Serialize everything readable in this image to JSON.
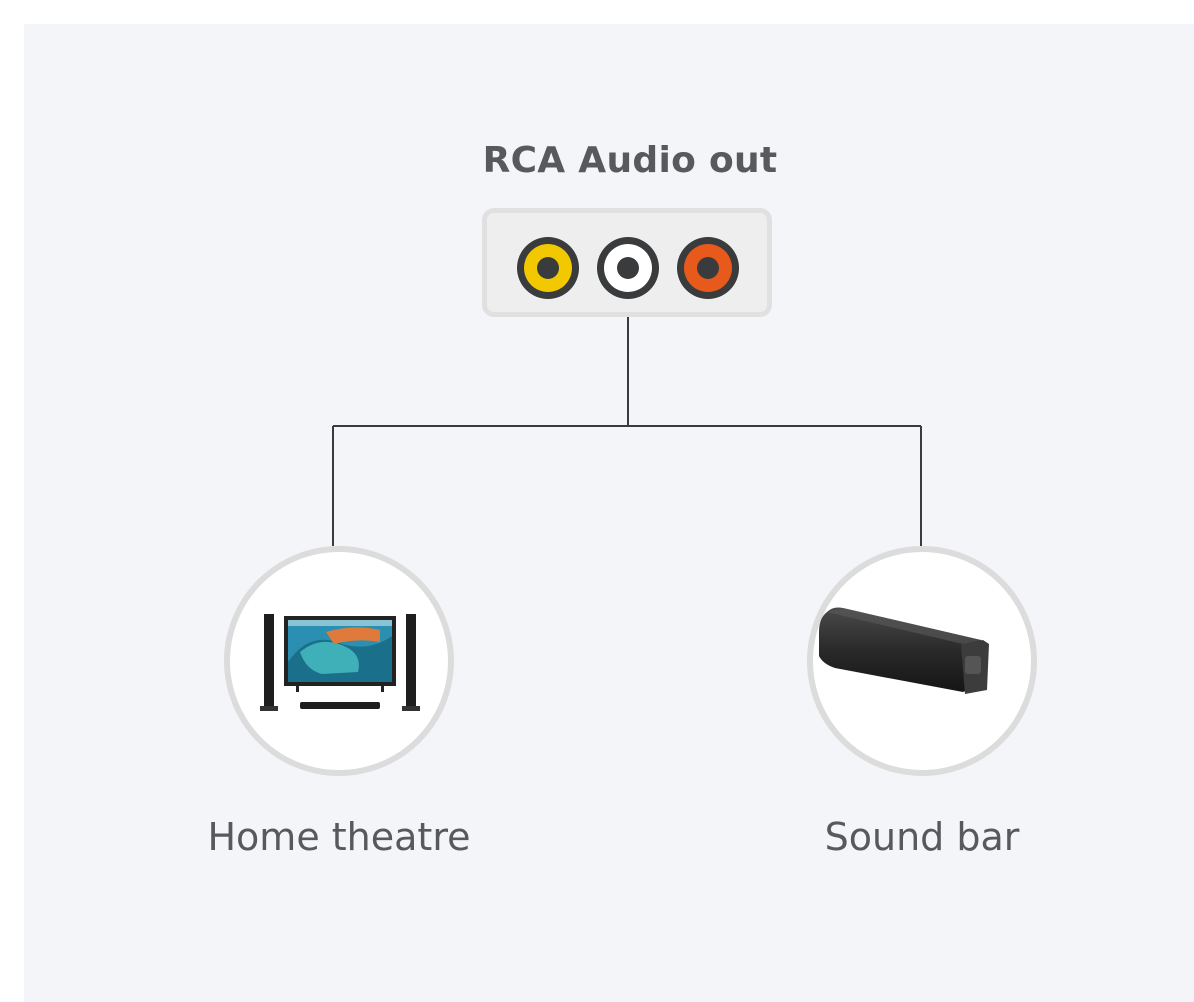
{
  "diagram": {
    "title": "RCA Audio out",
    "jacks": [
      {
        "name": "yellow",
        "color": "#f2c800"
      },
      {
        "name": "white",
        "color": "#ffffff"
      },
      {
        "name": "red",
        "color": "#e85a1c"
      }
    ],
    "devices": [
      {
        "label": "Home theatre",
        "icon": "home-theatre-icon"
      },
      {
        "label": "Sound bar",
        "icon": "sound-bar-icon"
      }
    ],
    "colors": {
      "background": "#f4f5f8",
      "text": "#58595b",
      "line": "#3b3b3b",
      "circle_border": "#dcdcdc"
    }
  }
}
